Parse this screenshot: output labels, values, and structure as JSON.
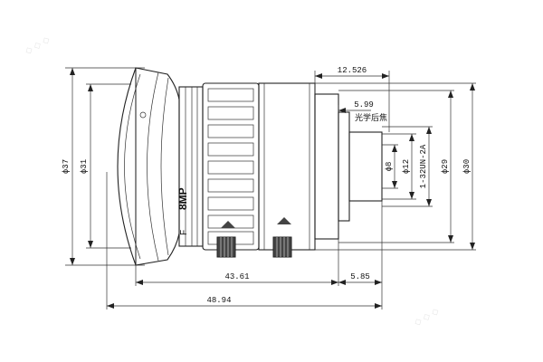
{
  "diagram": {
    "colors": {
      "line": "#222222",
      "fill": "#ffffff",
      "knurl": "#555555"
    },
    "dimensions": {
      "outer_diameter": "ϕ37",
      "front_diameter": "ϕ31",
      "rear_diameter_1": "ϕ30",
      "rear_diameter_2": "ϕ29",
      "flange_dim": "12.526",
      "back_focus_dim": "5.99",
      "back_focus_label": "光学后焦",
      "inner_d12": "ϕ12",
      "inner_d8": "ϕ8",
      "thread_spec": "1-32UN-2A",
      "length_main": "43.61",
      "length_rear": "5.85",
      "length_total": "48.94"
    },
    "lens_marking": "8MP",
    "lens_marking_prefix": "F",
    "icons": [
      "focus-lock-icon",
      "iris-lock-icon"
    ]
  }
}
